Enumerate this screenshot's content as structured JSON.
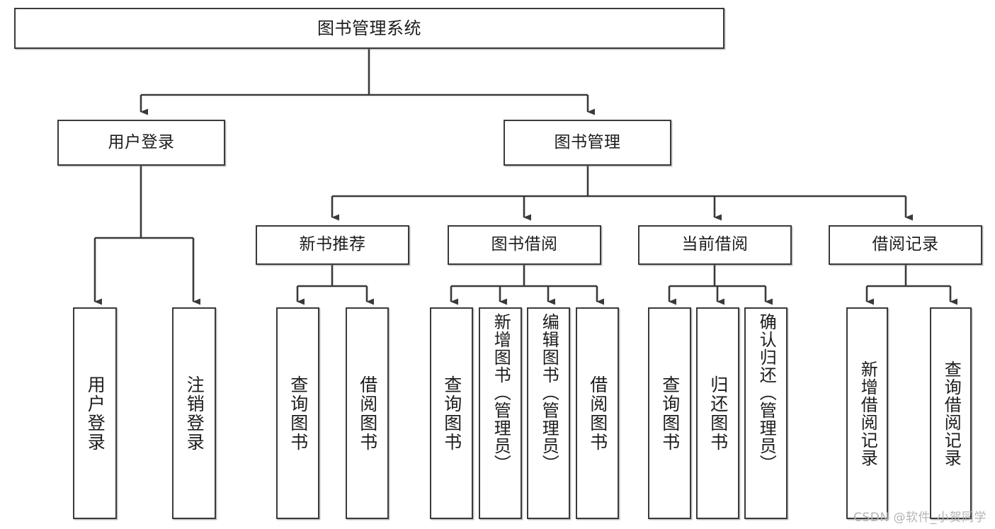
{
  "diagram": {
    "title": "图书管理系统",
    "type": "tree-hierarchy",
    "watermark": "CSDN @软件_小贺同学",
    "colors": {
      "node_border": "#3a3a3a",
      "node_fill": "#ffffff",
      "edge": "#3a3a3a",
      "text": "#1c1c1c",
      "watermark": "#b4b4b4"
    },
    "root": {
      "id": "root",
      "label": "图书管理系统"
    },
    "level2": [
      {
        "id": "user-login",
        "label": "用户登录"
      },
      {
        "id": "book-management",
        "label": "图书管理"
      }
    ],
    "level3": [
      {
        "id": "new-book-recommend",
        "label": "新书推荐"
      },
      {
        "id": "book-borrow",
        "label": "图书借阅"
      },
      {
        "id": "current-borrow",
        "label": "当前借阅"
      },
      {
        "id": "borrow-record",
        "label": "借阅记录"
      }
    ],
    "leaves": {
      "user_login": [
        {
          "id": "leaf-user-login",
          "label": "用户登录"
        },
        {
          "id": "leaf-user-logout",
          "label": "注销登录"
        }
      ],
      "new_book_recommend": [
        {
          "id": "leaf-query-book-1",
          "label": "查询图书"
        },
        {
          "id": "leaf-borrow-book-1",
          "label": "借阅图书"
        }
      ],
      "book_borrow": [
        {
          "id": "leaf-query-book-2",
          "label": "查询图书"
        },
        {
          "id": "leaf-add-book",
          "label": "新增图书（管理员）"
        },
        {
          "id": "leaf-edit-book",
          "label": "编辑图书（管理员）"
        },
        {
          "id": "leaf-borrow-book-2",
          "label": "借阅图书"
        }
      ],
      "current_borrow": [
        {
          "id": "leaf-query-book-3",
          "label": "查询图书"
        },
        {
          "id": "leaf-return-book",
          "label": "归还图书"
        },
        {
          "id": "leaf-confirm-return",
          "label": "确认归还（管理员）"
        }
      ],
      "borrow_record": [
        {
          "id": "leaf-add-record",
          "label": "新增借阅记录"
        },
        {
          "id": "leaf-query-record",
          "label": "查询借阅记录"
        }
      ]
    }
  }
}
